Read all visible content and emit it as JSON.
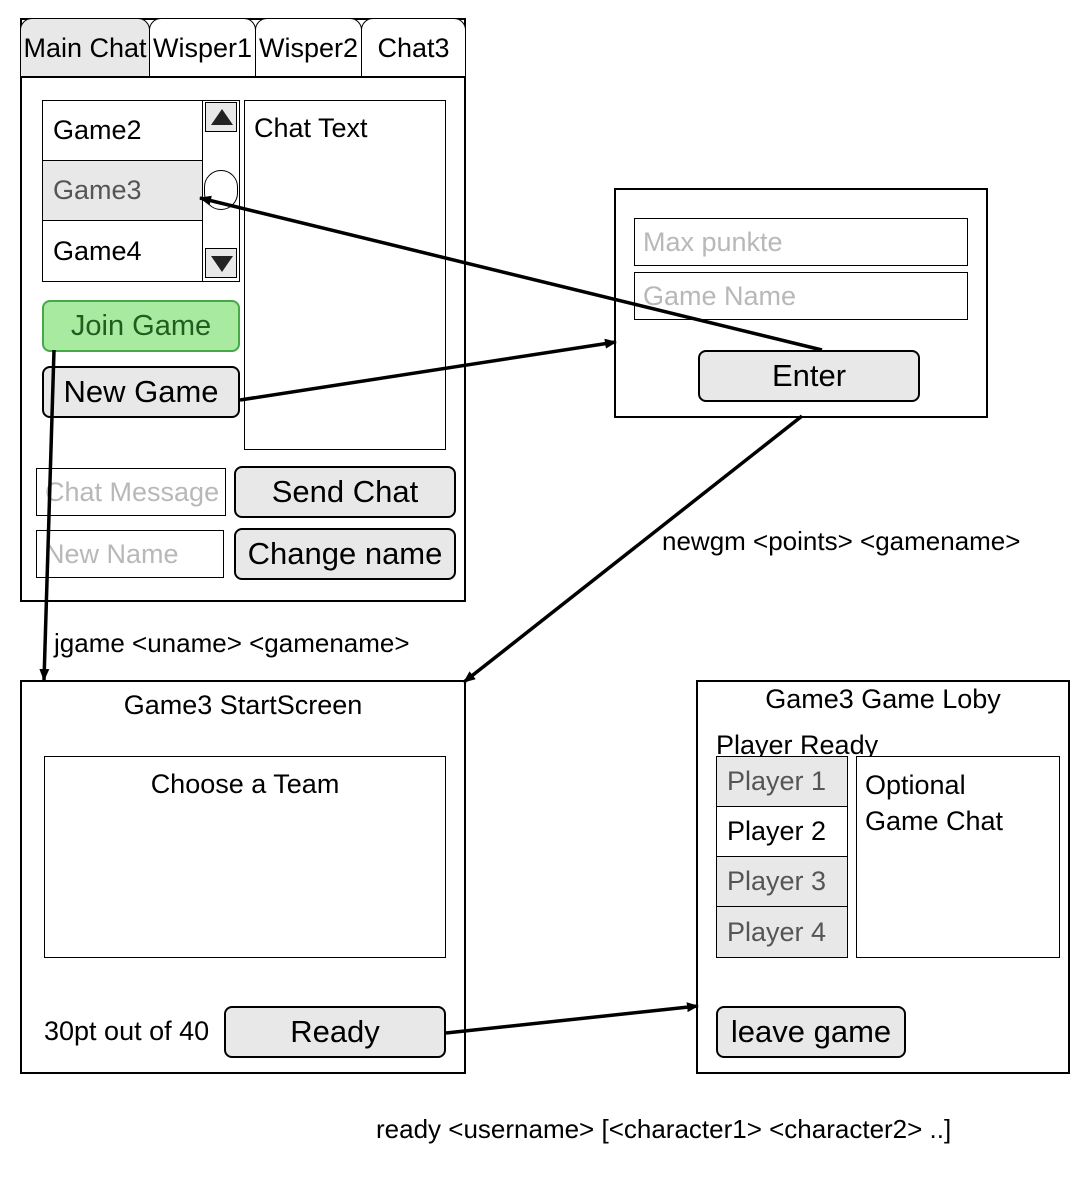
{
  "main_chat": {
    "tabs": [
      "Main Chat",
      "Wisper1",
      "Wisper2",
      "Chat3"
    ],
    "games": [
      {
        "label": "Game2",
        "selected": false
      },
      {
        "label": "Game3",
        "selected": true
      },
      {
        "label": "Game4",
        "selected": false
      }
    ],
    "chat_text": "Chat Text",
    "join_game": "Join Game",
    "new_game": "New Game",
    "chat_message_placeholder": "Chat Message",
    "send_chat": "Send Chat",
    "new_name_placeholder": "New Name",
    "change_name": "Change name"
  },
  "new_game_dialog": {
    "max_points_placeholder": "Max punkte",
    "game_name_placeholder": "Game Name",
    "enter": "Enter"
  },
  "start_screen": {
    "title": "Game3 StartScreen",
    "choose_team": "Choose a Team",
    "points_text": "30pt out of 40",
    "ready": "Ready"
  },
  "game_lobby": {
    "title": "Game3 Game Loby",
    "player_ready_label": "Player Ready",
    "players": [
      {
        "label": "Player 1",
        "ready": true
      },
      {
        "label": "Player 2",
        "ready": false
      },
      {
        "label": "Player 3",
        "ready": true
      },
      {
        "label": "Player 4",
        "ready": true
      }
    ],
    "optional_chat": "Optional Game Chat",
    "leave_game": "leave game"
  },
  "commands": {
    "newgm": "newgm <points> <gamename>",
    "jgame": "jgame <uname> <gamename>",
    "ready": "ready <username> [<character1> <character2> ..]"
  }
}
